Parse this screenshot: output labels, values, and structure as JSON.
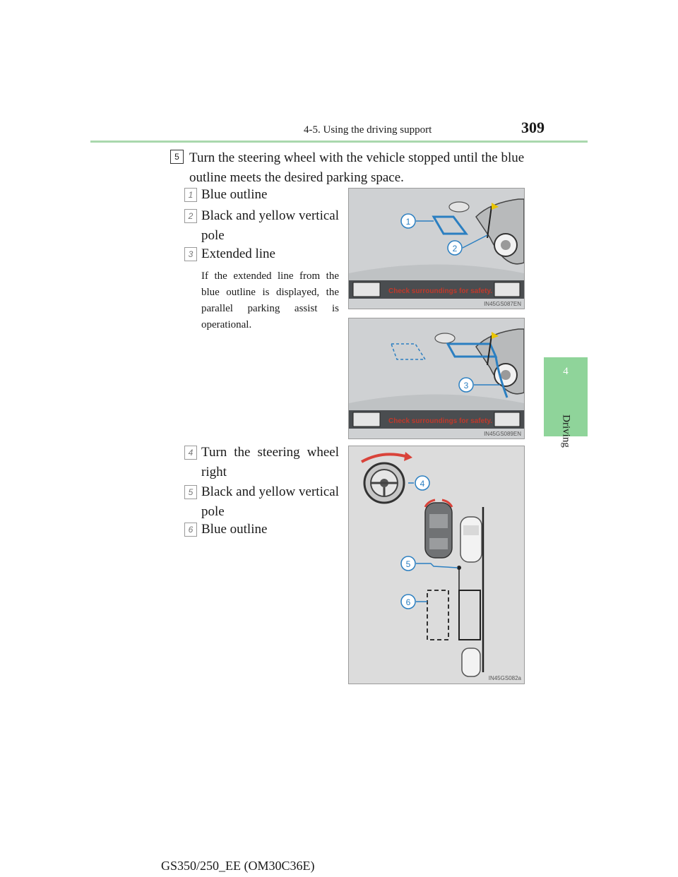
{
  "header": {
    "section": "4-5. Using the driving support",
    "page_number": "309"
  },
  "side_tab": {
    "number": "4",
    "label": "Driving"
  },
  "step": {
    "number": "5",
    "text": "Turn the steering wheel with the vehicle stopped until the blue outline meets the desired parking space."
  },
  "items_a": [
    {
      "number": "1",
      "text": "Blue outline"
    },
    {
      "number": "2",
      "text": "Black and yellow vertical pole"
    },
    {
      "number": "3",
      "text": "Extended line"
    }
  ],
  "note": "If the extended line from the blue outline is displayed, the parallel parking assist is operational.",
  "items_b": [
    {
      "number": "4",
      "text": "Turn the steering wheel right"
    },
    {
      "number": "5",
      "text": "Black and yellow vertical pole"
    },
    {
      "number": "6",
      "text": "Blue outline"
    }
  ],
  "figures": {
    "fig1": {
      "callouts": [
        "1",
        "2"
      ],
      "code": "IN45GS087EN",
      "banner": "Check surroundings for safety."
    },
    "fig2": {
      "callouts": [
        "3"
      ],
      "code": "IN45GS089EN",
      "banner": "Check surroundings for safety."
    },
    "fig3": {
      "callouts": [
        "4",
        "5",
        "6"
      ],
      "code": "IN45GS082a"
    }
  },
  "colors": {
    "accent_green": "#8fd49a",
    "outline_blue": "#2b7fc1",
    "pole_yellow": "#e8c400"
  },
  "footer": "GS350/250_EE (OM30C36E)"
}
